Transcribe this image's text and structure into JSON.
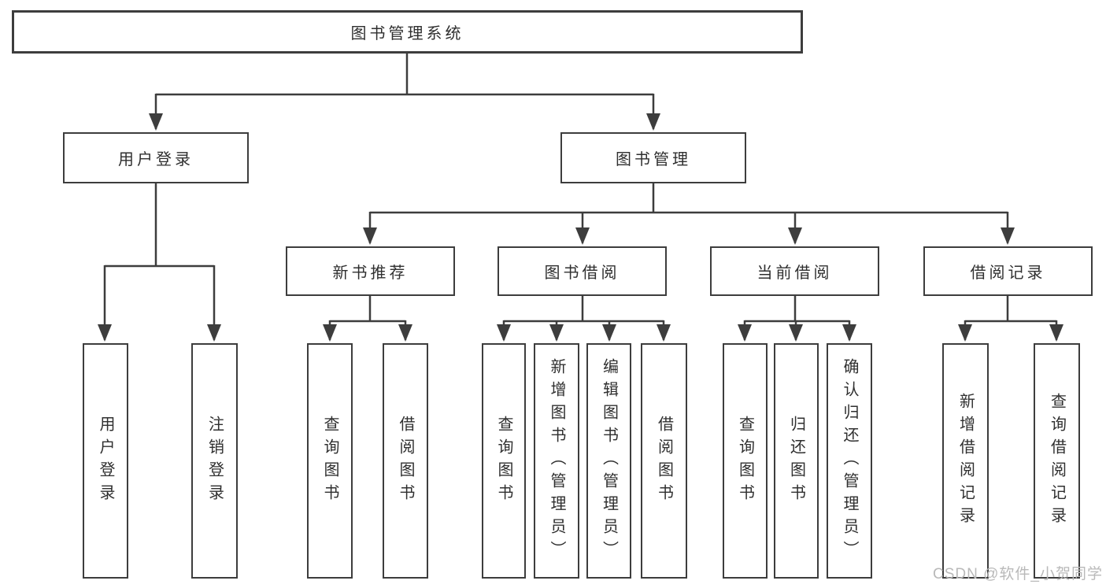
{
  "diagram": {
    "watermark": "CSDN @软件_小贺同学",
    "colors": {
      "line": "#3d3d3d",
      "box_border": "#3d3d3d",
      "text": "#2f2f2f",
      "watermark_text": "#b9b9b9",
      "background": "#ffffff"
    },
    "tree": {
      "root": {
        "label": "图书管理系统",
        "children": [
          {
            "label": "用户登录",
            "children": [
              {
                "label": "用户登录"
              },
              {
                "label": "注销登录"
              }
            ]
          },
          {
            "label": "图书管理",
            "children": [
              {
                "label": "新书推荐",
                "children": [
                  {
                    "label": "查询图书"
                  },
                  {
                    "label": "借阅图书"
                  }
                ]
              },
              {
                "label": "图书借阅",
                "children": [
                  {
                    "label": "查询图书"
                  },
                  {
                    "label": "新增图书（管理员）"
                  },
                  {
                    "label": "编辑图书（管理员）"
                  },
                  {
                    "label": "借阅图书"
                  }
                ]
              },
              {
                "label": "当前借阅",
                "children": [
                  {
                    "label": "查询图书"
                  },
                  {
                    "label": "归还图书"
                  },
                  {
                    "label": "确认归还（管理员）"
                  }
                ]
              },
              {
                "label": "借阅记录",
                "children": [
                  {
                    "label": "新增借阅记录"
                  },
                  {
                    "label": "查询借阅记录"
                  }
                ]
              }
            ]
          }
        ]
      }
    }
  }
}
